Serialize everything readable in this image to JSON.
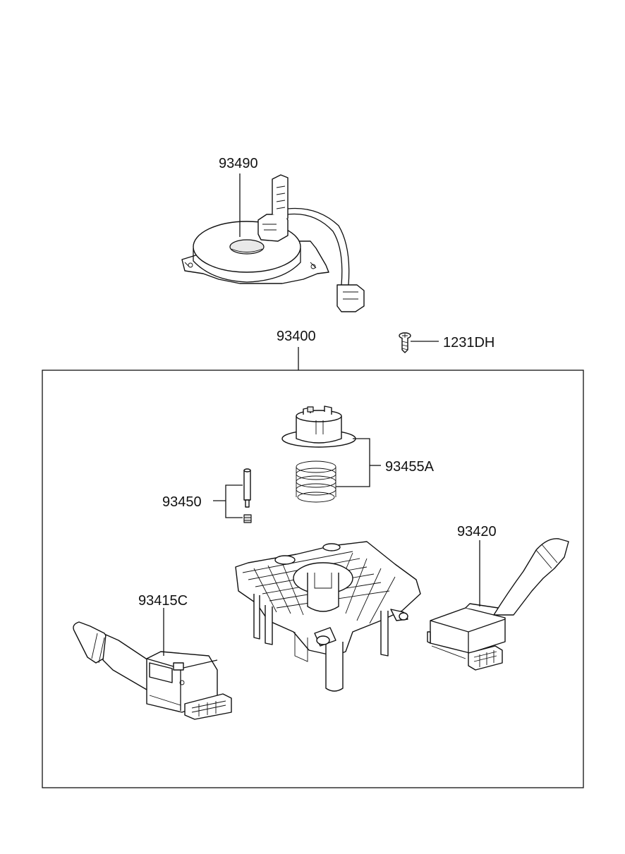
{
  "diagram": {
    "parts": [
      {
        "id": "clock-spring",
        "label": "93490"
      },
      {
        "id": "switch-assembly",
        "label": "93400"
      },
      {
        "id": "screw",
        "label": "1231DH"
      },
      {
        "id": "cancel-cam-and-spring",
        "label": "93455A"
      },
      {
        "id": "pin-and-spring",
        "label": "93450"
      },
      {
        "id": "wiper-switch",
        "label": "93420"
      },
      {
        "id": "lighting-switch",
        "label": "93415C"
      }
    ],
    "colors": {
      "line": "#111111",
      "background": "#ffffff"
    }
  }
}
